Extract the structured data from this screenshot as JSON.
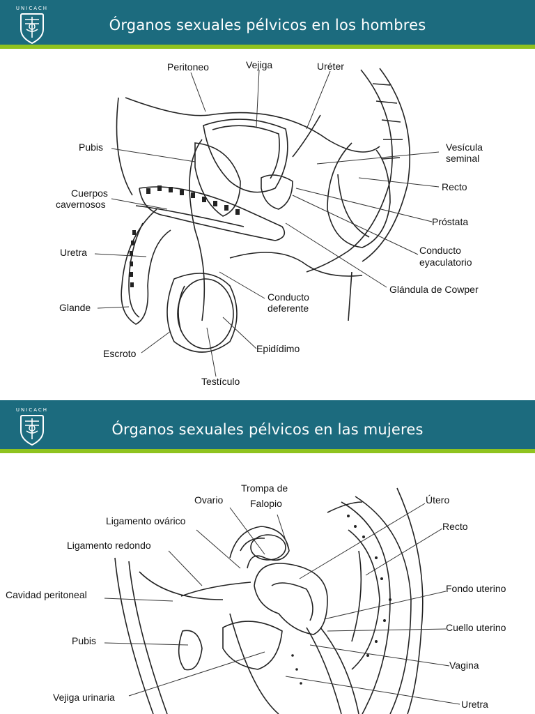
{
  "slides": [
    {
      "title": "Órganos sexuales pélvicos en los hombres",
      "logo_text": "UNICACH",
      "labels": {
        "peritoneo": "Peritoneo",
        "vejiga": "Vejiga",
        "ureter": "Uréter",
        "pubis": "Pubis",
        "vesicula": [
          "Vesícula",
          "seminal"
        ],
        "cuerpos": [
          "Cuerpos",
          "cavernosos"
        ],
        "recto": "Recto",
        "prostata": "Próstata",
        "uretra": "Uretra",
        "conducto_eyac": [
          "Conducto",
          "eyaculatorio"
        ],
        "glandula": "Glándula de Cowper",
        "glande": "Glande",
        "conducto_def": [
          "Conducto",
          "deferente"
        ],
        "escroto": "Escroto",
        "epididimo": "Epidídimo",
        "testiculo": "Testículo"
      }
    },
    {
      "title": "Órganos sexuales pélvicos en las mujeres",
      "logo_text": "UNICACH",
      "labels": {
        "trompa": [
          "Trompa de",
          "Falopio"
        ],
        "ovario": "Ovario",
        "utero": "Útero",
        "lig_ovarico": "Ligamento ovárico",
        "recto": "Recto",
        "lig_redondo": "Ligamento redondo",
        "fondo": "Fondo uterino",
        "cavidad": "Cavidad peritoneal",
        "cuello": "Cuello uterino",
        "pubis": "Pubis",
        "vagina": "Vagina",
        "vejiga": "Vejiga urinaria",
        "uretra": "Uretra"
      }
    }
  ],
  "colors": {
    "header": "#1c6b7e",
    "accent": "#8fc31f"
  },
  "icons": {
    "logo": "university-crest-icon"
  }
}
